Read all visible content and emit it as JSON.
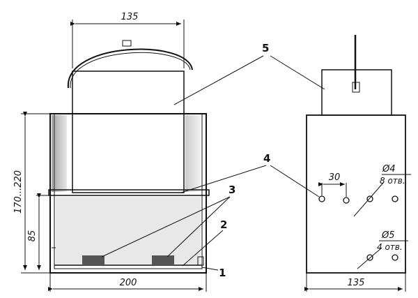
{
  "dimensions": {
    "top_width": "135",
    "total_height": "170...220",
    "base_height": "85",
    "base_width": "200",
    "side_width": "135",
    "hole_spacing": "30"
  },
  "callouts": [
    "1",
    "2",
    "3",
    "4",
    "5"
  ],
  "hole_notes": {
    "upper_diameter": "Ø4",
    "upper_count": "8 отв.",
    "lower_diameter": "Ø5",
    "lower_count": "4 отв."
  }
}
